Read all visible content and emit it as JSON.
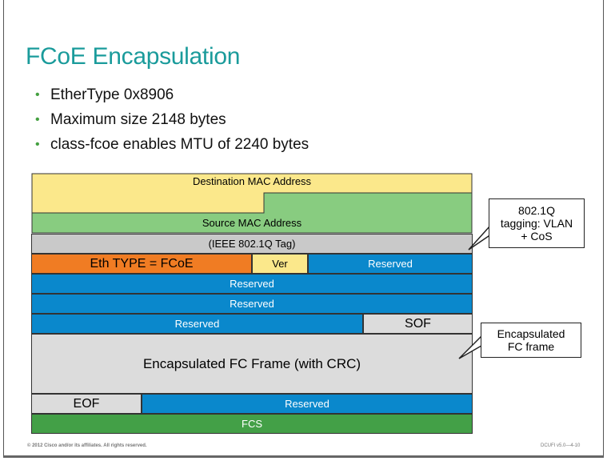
{
  "slide": {
    "title": "FCoE Encapsulation",
    "bullets": [
      "EtherType 0x8906",
      "Maximum size 2148 bytes",
      "class-fcoe enables MTU of 2240 bytes"
    ]
  },
  "frame": {
    "dest_mac": "Destination MAC Address",
    "src_mac": "Source MAC Address",
    "vlan_tag": "(IEEE 802.1Q Tag)",
    "eth_type": "Eth TYPE = FCoE",
    "ver": "Ver",
    "reserved": "Reserved",
    "sof": "SOF",
    "fc_frame": "Encapsulated FC Frame (with CRC)",
    "eof": "EOF",
    "fcs": "FCS"
  },
  "callouts": {
    "vlan_lines": [
      "802.1Q",
      "tagging: VLAN",
      "+ CoS"
    ],
    "fc_lines": [
      "Encapsulated",
      "FC frame"
    ]
  },
  "footer": {
    "copyright": "© 2012 Cisco and/or its affiliates. All rights reserved.",
    "code": "DCUFI v5.0—4-10"
  },
  "colors": {
    "title": "#1a9b9b",
    "bullet": "#44a040",
    "yellow": "#fbe88b",
    "green": "#88cc80",
    "orange": "#f07c23",
    "blue": "#0a88cc",
    "fcs_green": "#43a047"
  }
}
